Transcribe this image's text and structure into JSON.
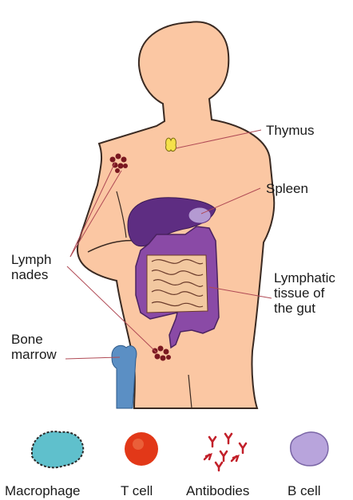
{
  "labels": {
    "thymus": "Thymus",
    "spleen": "Spleen",
    "lymph_nodes": "Lymph\nnades",
    "lymphatic_tissue": "Lymphatic\ntissue of\nthe gut",
    "bone_marrow": "Bone\nmarrow"
  },
  "cells": [
    {
      "name": "Macrophage",
      "icon": "macrophage-icon",
      "color": "#5fc0cc"
    },
    {
      "name": "T cell",
      "icon": "t-cell-icon",
      "color": "#e23818"
    },
    {
      "name": "Antibodies",
      "icon": "antibodies-icon",
      "color": "#c2202a"
    },
    {
      "name": "B cell",
      "icon": "b-cell-icon",
      "color": "#b8a4dc"
    }
  ],
  "colors": {
    "skin": "#fbc7a3",
    "outline": "#3a2a22",
    "gut": "#8a4aa6",
    "liver": "#5e2d82",
    "intestine": "#f2c8a0",
    "thymus": "#f5e14a",
    "bone_marrow": "#5b8fc4",
    "node": "#7a1820",
    "pointer": "#b04a55"
  }
}
